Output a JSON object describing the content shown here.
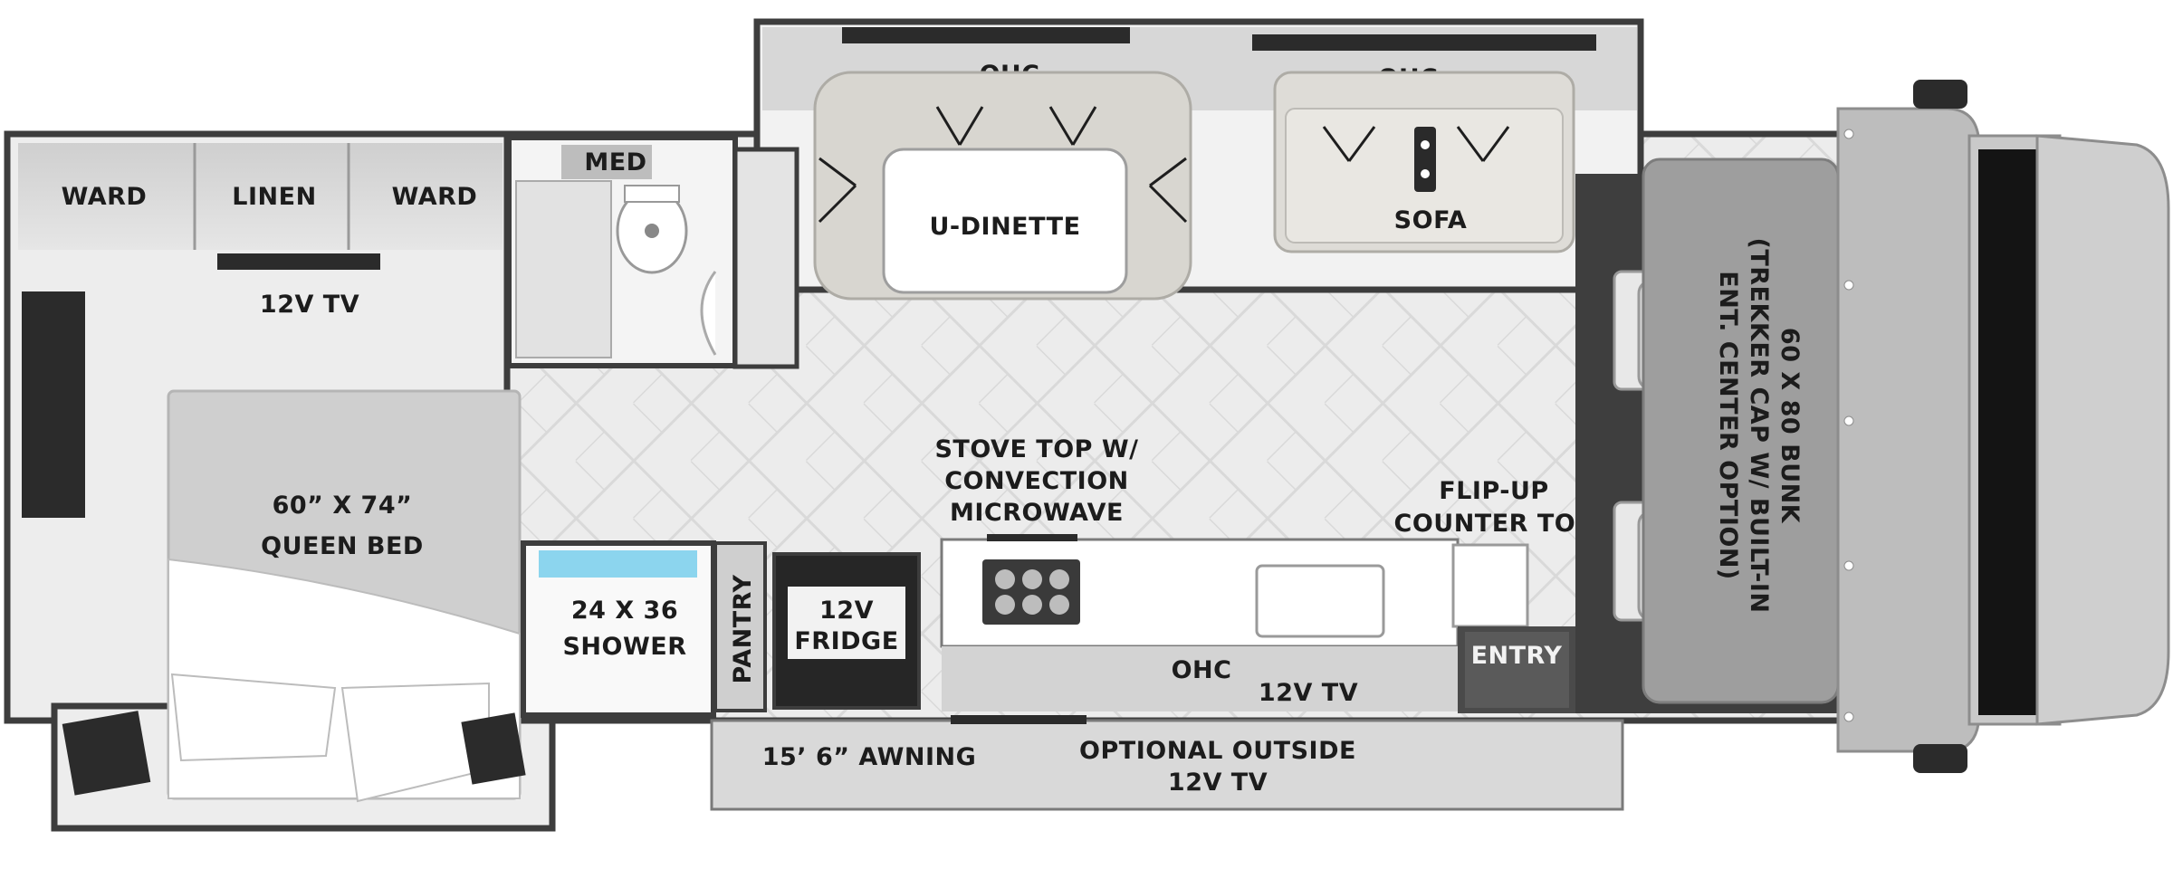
{
  "labels": {
    "ward_left": "WARD",
    "linen": "LINEN",
    "ward_right": "WARD",
    "bedroom_tv": "12V TV",
    "bed_line1": "60” X 74”",
    "bed_line2": "QUEEN BED",
    "med": "MED",
    "shower_line1": "24 X 36",
    "shower_line2": "SHOWER",
    "pantry": "PANTRY",
    "fridge_line1": "12V",
    "fridge_line2": "FRIDGE",
    "ohc_dinette": "OHC",
    "dinette": "U-DINETTE",
    "ohc_sofa": "OHC",
    "sofa": "SOFA",
    "stove_line1": "STOVE TOP W/",
    "stove_line2": "CONVECTION",
    "stove_line3": "MICROWAVE",
    "counter_line1": "FLIP-UP",
    "counter_line2": "COUNTER TOP",
    "ohc_galley": "OHC",
    "galley_tv": "12V TV",
    "entry": "ENTRY",
    "awning": "15’ 6” AWNING",
    "outside_tv_line1": "OPTIONAL OUTSIDE",
    "outside_tv_line2": "12V TV",
    "bunk_line1": "60 X 80 BUNK",
    "bunk_line2": "(TREKKER CAP W/ BUILT-IN",
    "bunk_line3": "ENT. CENTER OPTION)"
  },
  "colors": {
    "wall": "#3d3d3d",
    "floor": "#ececec",
    "cabinet": "#d6d6d4",
    "cab": "#bdbdbd"
  }
}
